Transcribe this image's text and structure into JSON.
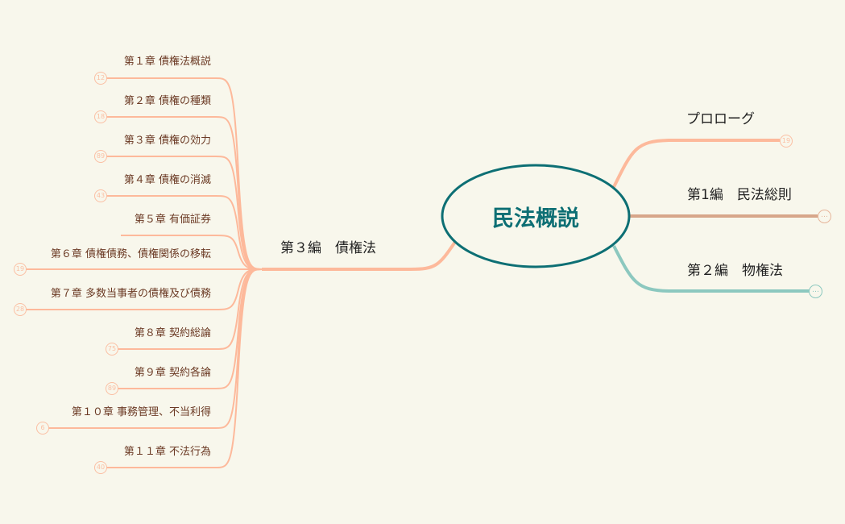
{
  "root": {
    "title": "民法概説"
  },
  "colors": {
    "background": "#f8f7ec",
    "root_border": "#0d6f74",
    "branch_prologue": "#fdb99b",
    "branch_part1": "#d7a68a",
    "branch_part2": "#8cc8bf",
    "branch_part3": "#fdb99b",
    "chapter_text": "#6b3a24"
  },
  "right_branches": [
    {
      "label": "プロローグ",
      "badge": "19"
    },
    {
      "label": "第1編　民法総則",
      "badge": "…"
    },
    {
      "label": "第２編　物権法",
      "badge": "…"
    }
  ],
  "left_branch": {
    "label": "第３編　債権法",
    "chapters": [
      {
        "label": "第１章 債権法概説",
        "badge": "12"
      },
      {
        "label": "第２章 債権の種類",
        "badge": "18"
      },
      {
        "label": "第３章 債権の効力",
        "badge": "89"
      },
      {
        "label": "第４章 債権の消滅",
        "badge": "43"
      },
      {
        "label": "第５章 有価証券",
        "badge": ""
      },
      {
        "label": "第６章 債権債務、債権関係の移転",
        "badge": "19"
      },
      {
        "label": "第７章 多数当事者の債権及び債務",
        "badge": "28"
      },
      {
        "label": "第８章 契約総論",
        "badge": "75"
      },
      {
        "label": "第９章 契約各論",
        "badge": "89"
      },
      {
        "label": "第１０章 事務管理、不当利得",
        "badge": "6"
      },
      {
        "label": "第１１章 不法行為",
        "badge": "40"
      }
    ]
  }
}
